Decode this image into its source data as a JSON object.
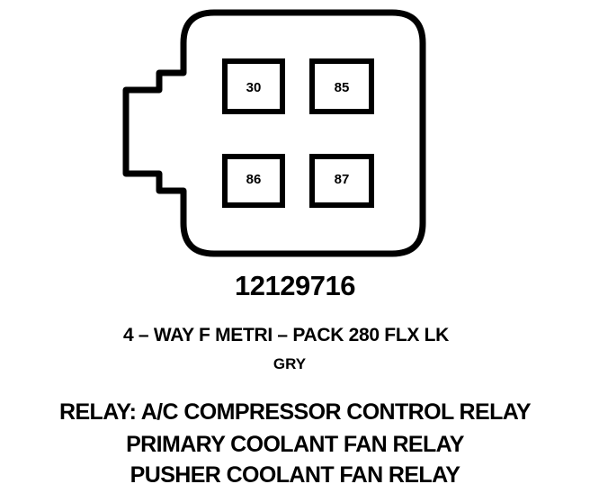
{
  "connector": {
    "pins": [
      {
        "label": "30"
      },
      {
        "label": "85"
      },
      {
        "label": "86"
      },
      {
        "label": "87"
      }
    ],
    "part_number": "12129716",
    "description": "4 – WAY F METRI – PACK 280 FLX LK",
    "color": "GRY"
  },
  "relays": [
    "RELAY:  A/C COMPRESSOR CONTROL RELAY",
    "PRIMARY COOLANT FAN RELAY",
    "PUSHER COOLANT FAN RELAY"
  ],
  "colors": {
    "ink": "#000000",
    "background": "#ffffff"
  }
}
